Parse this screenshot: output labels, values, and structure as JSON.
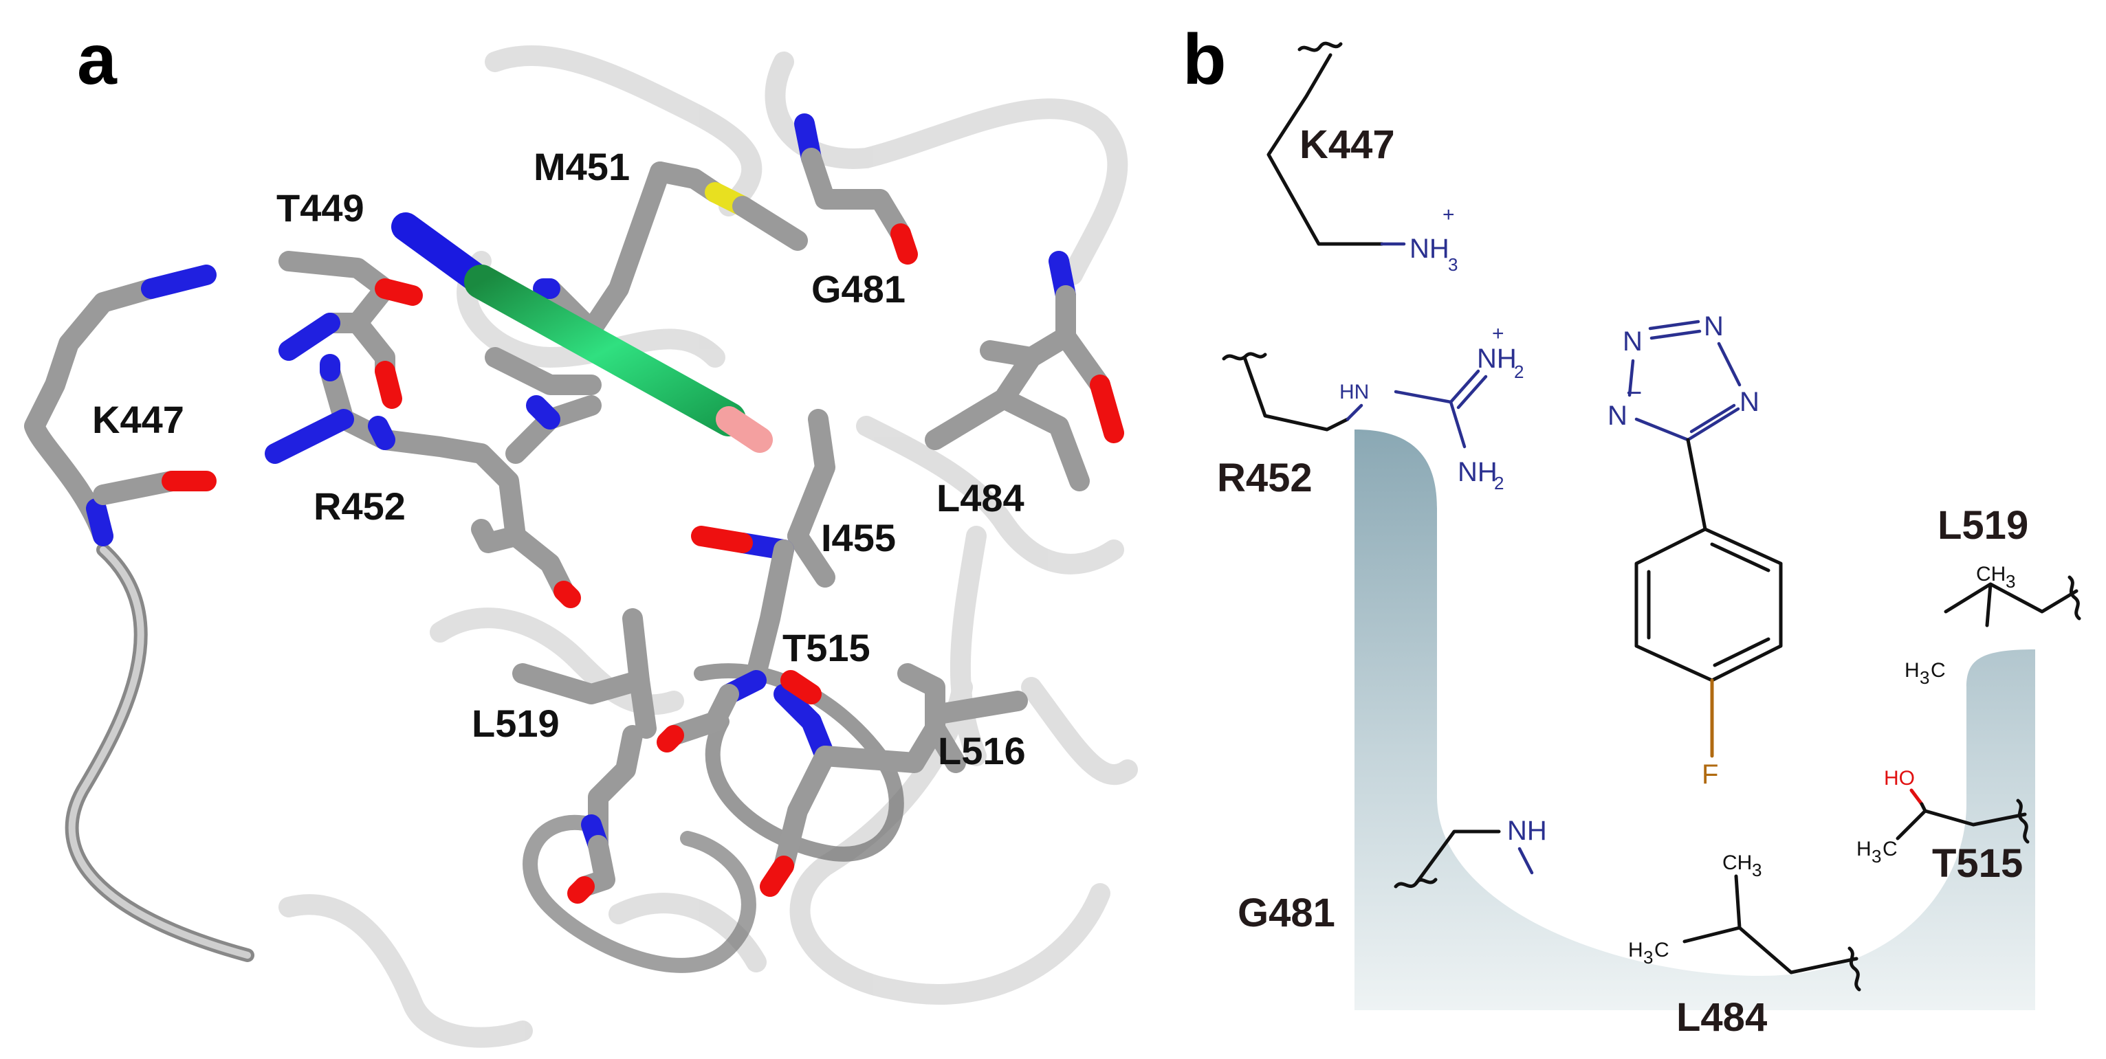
{
  "panel_a": {
    "letter": "a",
    "residues": [
      "K447",
      "T449",
      "M451",
      "G481",
      "R452",
      "I455",
      "L484",
      "T515",
      "L519",
      "L516"
    ]
  },
  "panel_b": {
    "letter": "b",
    "residues": {
      "K447": "K447",
      "R452": "R452",
      "G481": "G481",
      "L484": "L484",
      "T515": "T515",
      "L519": "L519"
    },
    "atoms": {
      "nh3": "NH",
      "nh3_plus": "+",
      "nh3_sub": "3",
      "hn": "HN",
      "nh2_top": "NH",
      "nh2_top_plus": "+",
      "nh2_top_sub": "2",
      "nh2_bot": "NH",
      "nh2_bot_sub": "2",
      "tz_n1": "N",
      "tz_n2": "N",
      "tz_n3": "N",
      "tz_n4": "N",
      "tz_minus": "−",
      "fluorine": "F",
      "nh_g481": "NH",
      "ho": "HO",
      "ch3_l519": "CH",
      "ch3_l519_sub": "3",
      "h3c_l519": "H",
      "h3c_l519_sub": "3",
      "h3c_l519_c": "C",
      "h3c_t515": "H",
      "h3c_t515_sub": "3",
      "h3c_t515_c": "C",
      "ch3_l484": "CH",
      "ch3_l484_sub": "3",
      "h3c_l484": "H",
      "h3c_l484_sub": "3",
      "h3c_l484_c": "C"
    },
    "colors": {
      "nitrogen": "#2a3090",
      "oxygen": "#e01010",
      "fluorine": "#b06a10",
      "pocket": "#8aa8b4"
    }
  }
}
